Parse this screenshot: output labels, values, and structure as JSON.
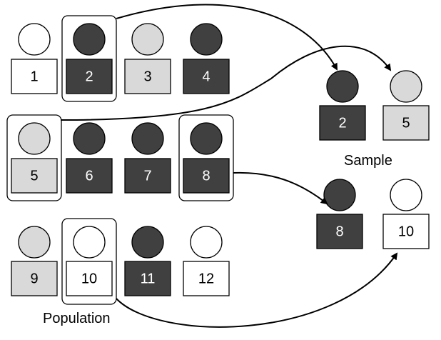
{
  "colors": {
    "dark": "#404040",
    "light": "#d9d9d9",
    "white": "#ffffff",
    "stroke": "#000000"
  },
  "population": {
    "label": "Population",
    "persons": [
      {
        "id": "1",
        "shade": "white"
      },
      {
        "id": "2",
        "shade": "dark",
        "selected": true
      },
      {
        "id": "3",
        "shade": "light"
      },
      {
        "id": "4",
        "shade": "dark"
      },
      {
        "id": "5",
        "shade": "light",
        "selected": true
      },
      {
        "id": "6",
        "shade": "dark"
      },
      {
        "id": "7",
        "shade": "dark"
      },
      {
        "id": "8",
        "shade": "dark",
        "selected": true
      },
      {
        "id": "9",
        "shade": "light"
      },
      {
        "id": "10",
        "shade": "white",
        "selected": true
      },
      {
        "id": "11",
        "shade": "dark"
      },
      {
        "id": "12",
        "shade": "white"
      }
    ]
  },
  "sample": {
    "label": "Sample",
    "persons": [
      {
        "id": "2",
        "shade": "dark"
      },
      {
        "id": "5",
        "shade": "light"
      },
      {
        "id": "8",
        "shade": "dark"
      },
      {
        "id": "10",
        "shade": "white"
      }
    ]
  }
}
